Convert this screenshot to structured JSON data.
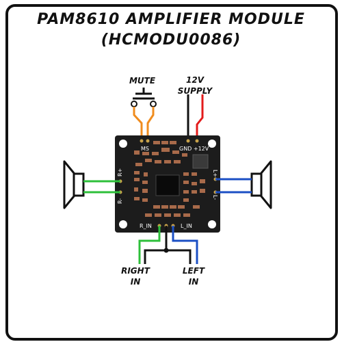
{
  "title": {
    "line1": "PAM8610 AMPLIFIER MODULE",
    "line2": "(HCMODU0086)"
  },
  "labels": {
    "mute": "MUTE",
    "supply_line1": "12V",
    "supply_line2": "SUPPLY",
    "right_in_line1": "RIGHT",
    "right_in_line2": "IN",
    "left_in_line1": "LEFT",
    "left_in_line2": "IN"
  },
  "pins": {
    "ms": "MS",
    "gnd_12v": "GND +12V",
    "r_plus": "R+",
    "r_minus": "R-",
    "l_plus": "L+",
    "l_minus": "L-",
    "r_in": "R_IN",
    "l_in": "L_IN"
  },
  "colors": {
    "board": "#1c1c1c",
    "mute_wire": "#f08c1e",
    "gnd_wire": "#111111",
    "supply_wire": "#e31b1b",
    "right_wire": "#2dbf3a",
    "left_wire": "#1b4fc4",
    "component": "#a86a4a"
  }
}
